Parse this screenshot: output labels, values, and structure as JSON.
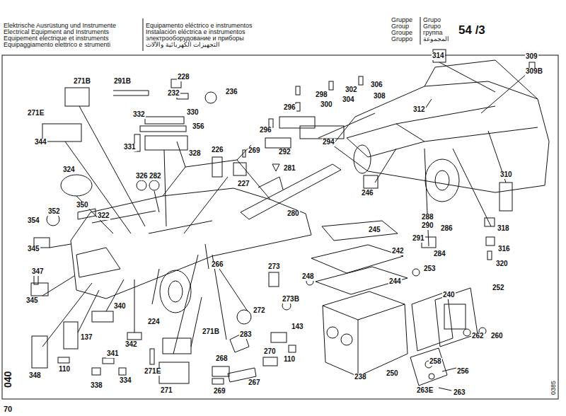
{
  "diagram": {
    "labels": [
      "Elektrische Ausrüstung und Instrumente",
      "Electrical Equipment and Instruments",
      "Equipement electrique et instruments",
      "Equipaggiamento elettrico e strumenti",
      "Equipamento eléctrico e instrumentos",
      "Instalación eléctrica e instrumentos",
      "электрооборудование и приборы",
      "التجهيزات الكهربائية والآلات",
      "Gruppe",
      "Group",
      "Groupe",
      "Gruppo",
      "Grupo",
      "Grupo",
      "группа",
      "المجموعة",
      "54 /3",
      "040",
      "70",
      "0385",
      "271B",
      "291B",
      "228",
      "232",
      "236",
      "271E",
      "332",
      "330",
      "356",
      "331",
      "328",
      "344",
      "226",
      "269",
      "227",
      "281",
      "324",
      "326",
      "282",
      "352",
      "350",
      "354",
      "322",
      "345",
      "347",
      "345",
      "280",
      "245",
      "242",
      "246",
      "288",
      "290",
      "286",
      "291",
      "284",
      "318",
      "316",
      "320",
      "253",
      "248",
      "273",
      "273B",
      "266",
      "272",
      "143",
      "270",
      "110",
      "283",
      "340",
      "342",
      "224",
      "137",
      "341",
      "348",
      "110",
      "338",
      "334",
      "271B",
      "271E",
      "271",
      "268",
      "267",
      "269",
      "244",
      "238",
      "240",
      "252",
      "262",
      "260",
      "258",
      "256",
      "250",
      "263E",
      "263",
      "314",
      "309",
      "309B",
      "312",
      "310",
      "298",
      "302",
      "306",
      "300",
      "304",
      "308",
      "296",
      "296",
      "292",
      "294"
    ]
  }
}
